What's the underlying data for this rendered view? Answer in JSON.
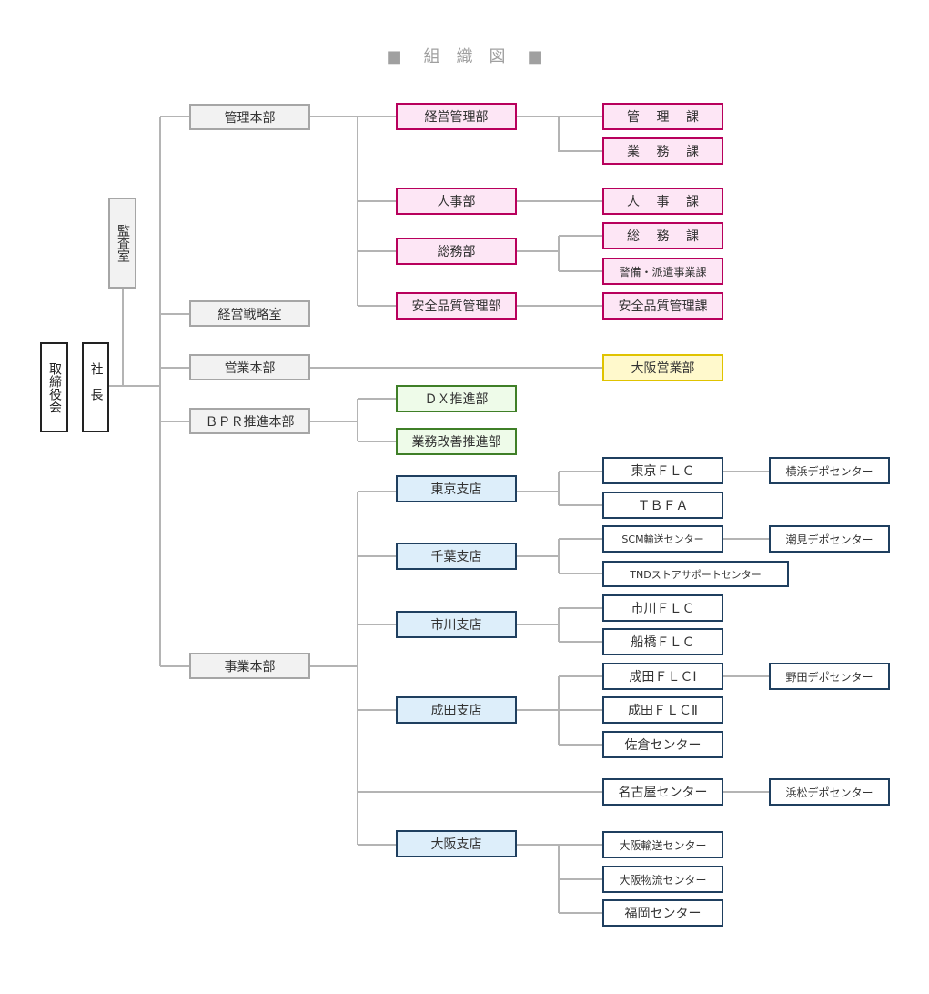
{
  "title": {
    "left_mark": "■",
    "text": "組織図",
    "right_mark": "■"
  },
  "exec": {
    "board": "取締役会",
    "president": "社長",
    "audit": "監査室"
  },
  "hq": {
    "kanri": "管理本部",
    "senryaku": "経営戦略室",
    "eigyo": "営業本部",
    "bpr": "ＢＰＲ推進本部",
    "jigyo": "事業本部"
  },
  "depts": {
    "keiei_kanri": "経営管理部",
    "jinji": "人事部",
    "somu": "総務部",
    "anzen": "安全品質管理部",
    "dx": "ＤＸ推進部",
    "gyomu_kaizen": "業務改善推進部"
  },
  "sections": {
    "kanri_ka": "管 理 課",
    "gyomu_ka": "業 務 課",
    "jinji_ka": "人 事 課",
    "somu_ka": "総 務 課",
    "keibi": "警備・派遣事業課",
    "anzen_ka": "安全品質管理課",
    "osaka_eigyo": "大阪営業部"
  },
  "branches": {
    "tokyo": "東京支店",
    "chiba": "千葉支店",
    "ichikawa": "市川支店",
    "narita": "成田支店",
    "nagoya": "名古屋センター",
    "osaka": "大阪支店"
  },
  "centers": {
    "tokyo_flc": "東京ＦＬＣ",
    "tbfa": "ＴＢＦＡ",
    "scm": "SCM輸送センター",
    "tnd": "TNDストアサポートセンター",
    "ichikawa_flc": "市川ＦＬＣ",
    "funabashi_flc": "船橋ＦＬＣ",
    "narita_flc1": "成田ＦＬＣⅠ",
    "narita_flc2": "成田ＦＬＣⅡ",
    "sakura": "佐倉センター",
    "osaka_yuso": "大阪輸送センター",
    "osaka_butsuryu": "大阪物流センター",
    "fukuoka": "福岡センター"
  },
  "depots": {
    "yokohama": "横浜デポセンター",
    "ushiomi": "潮見デポセンター",
    "noda": "野田デポセンター",
    "hamamatsu": "浜松デポセンター"
  },
  "colors": {
    "connector": "#b4b4b4",
    "gray_border": "#a6a6a6",
    "gray_fill": "#f2f2f2",
    "pink_border": "#b8005c",
    "pink_fill": "#fde6f5",
    "yellow_border": "#e0c300",
    "yellow_fill": "#fff9cc",
    "green_border": "#3f7f27",
    "green_fill": "#eefbe9",
    "blue_border": "#1f3f5f",
    "blue_fill": "#ddeefa"
  }
}
